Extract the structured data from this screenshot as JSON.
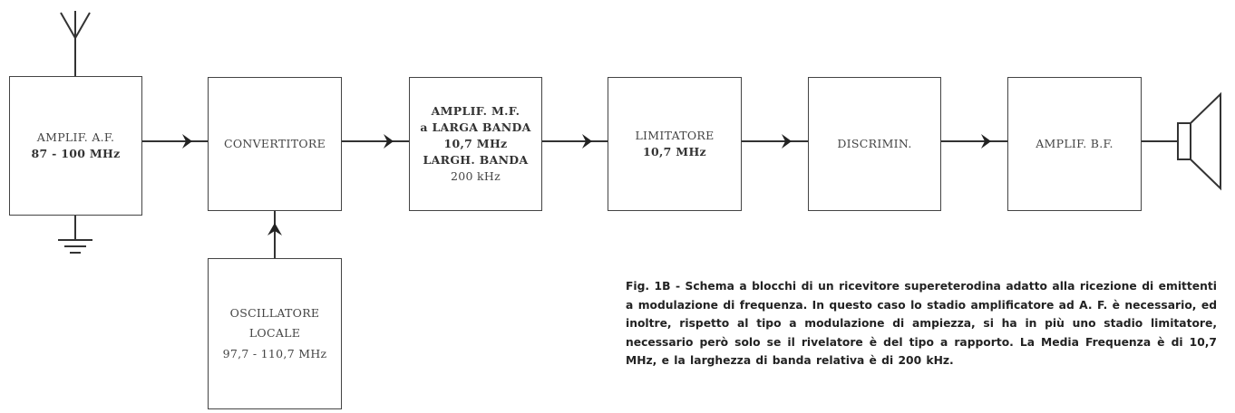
{
  "blocks": {
    "rf_amp": [
      "AMPLIF. A.F.",
      "87 - 100 MHz"
    ],
    "converter": [
      "CONVERTITORE"
    ],
    "if_amp": [
      "AMPLIF. M.F.",
      "a LARGA BANDA",
      "10,7 MHz",
      "LARGH. BANDA",
      "200 kHz"
    ],
    "limiter": [
      "LIMITATORE",
      "10,7 MHz"
    ],
    "discriminator": [
      "DISCRIMIN."
    ],
    "af_amp": [
      "AMPLIF. B.F."
    ],
    "oscillator": [
      "OSCILLATORE",
      "LOCALE",
      "97,7 - 110,7 MHz"
    ]
  },
  "caption": "Fig. 1B - Schema a blocchi di un ricevitore supereterodina adatto alla ricezione di emittenti a modulazione di frequenza. In questo caso lo stadio amplificatore ad A. F. è necessario, ed inoltre, rispetto al tipo a modulazione di ampiezza, si ha in più uno stadio limitatore, necessario però solo se il rivelatore è del tipo a rapporto. La Media Frequenza è di 10,7 MHz, e la larghezza di banda relativa è di 200 kHz."
}
